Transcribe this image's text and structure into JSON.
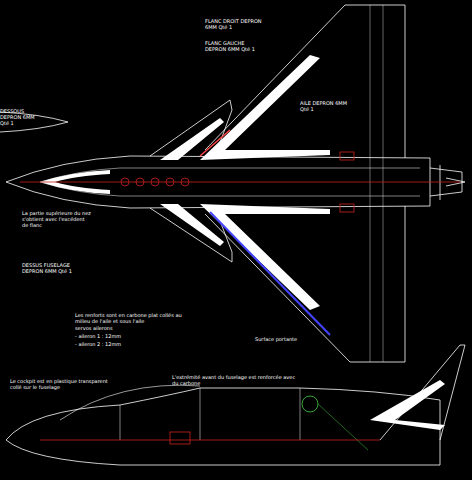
{
  "diagram": {
    "labels": [
      "FLANC DROIT DEPRON 6MM Qté 1",
      "FLANC GAUCHE DEPRON 6MM Qté 1",
      "DESSOUS DEPRON 6MM Qté 1",
      "AILE DEPRON 6MM Qté 1",
      "La partie supérieure du nez s'obtient avec l'excédent de flanc",
      "DESSUS FUSELAGE DEPRON 6MM Qté 1",
      "Les renforts sont en carbone plat collés au milieu de l'aile et sous l'aile",
      "servos ailerons",
      "- aileron 1 : 12mm",
      "- aileron 2 : 12mm",
      "Surface portante",
      "Le cockpit est en plastique transparent collé sur le fuselage",
      "L'extrémité avant du fuselage est renforcée avec du carbone"
    ]
  }
}
